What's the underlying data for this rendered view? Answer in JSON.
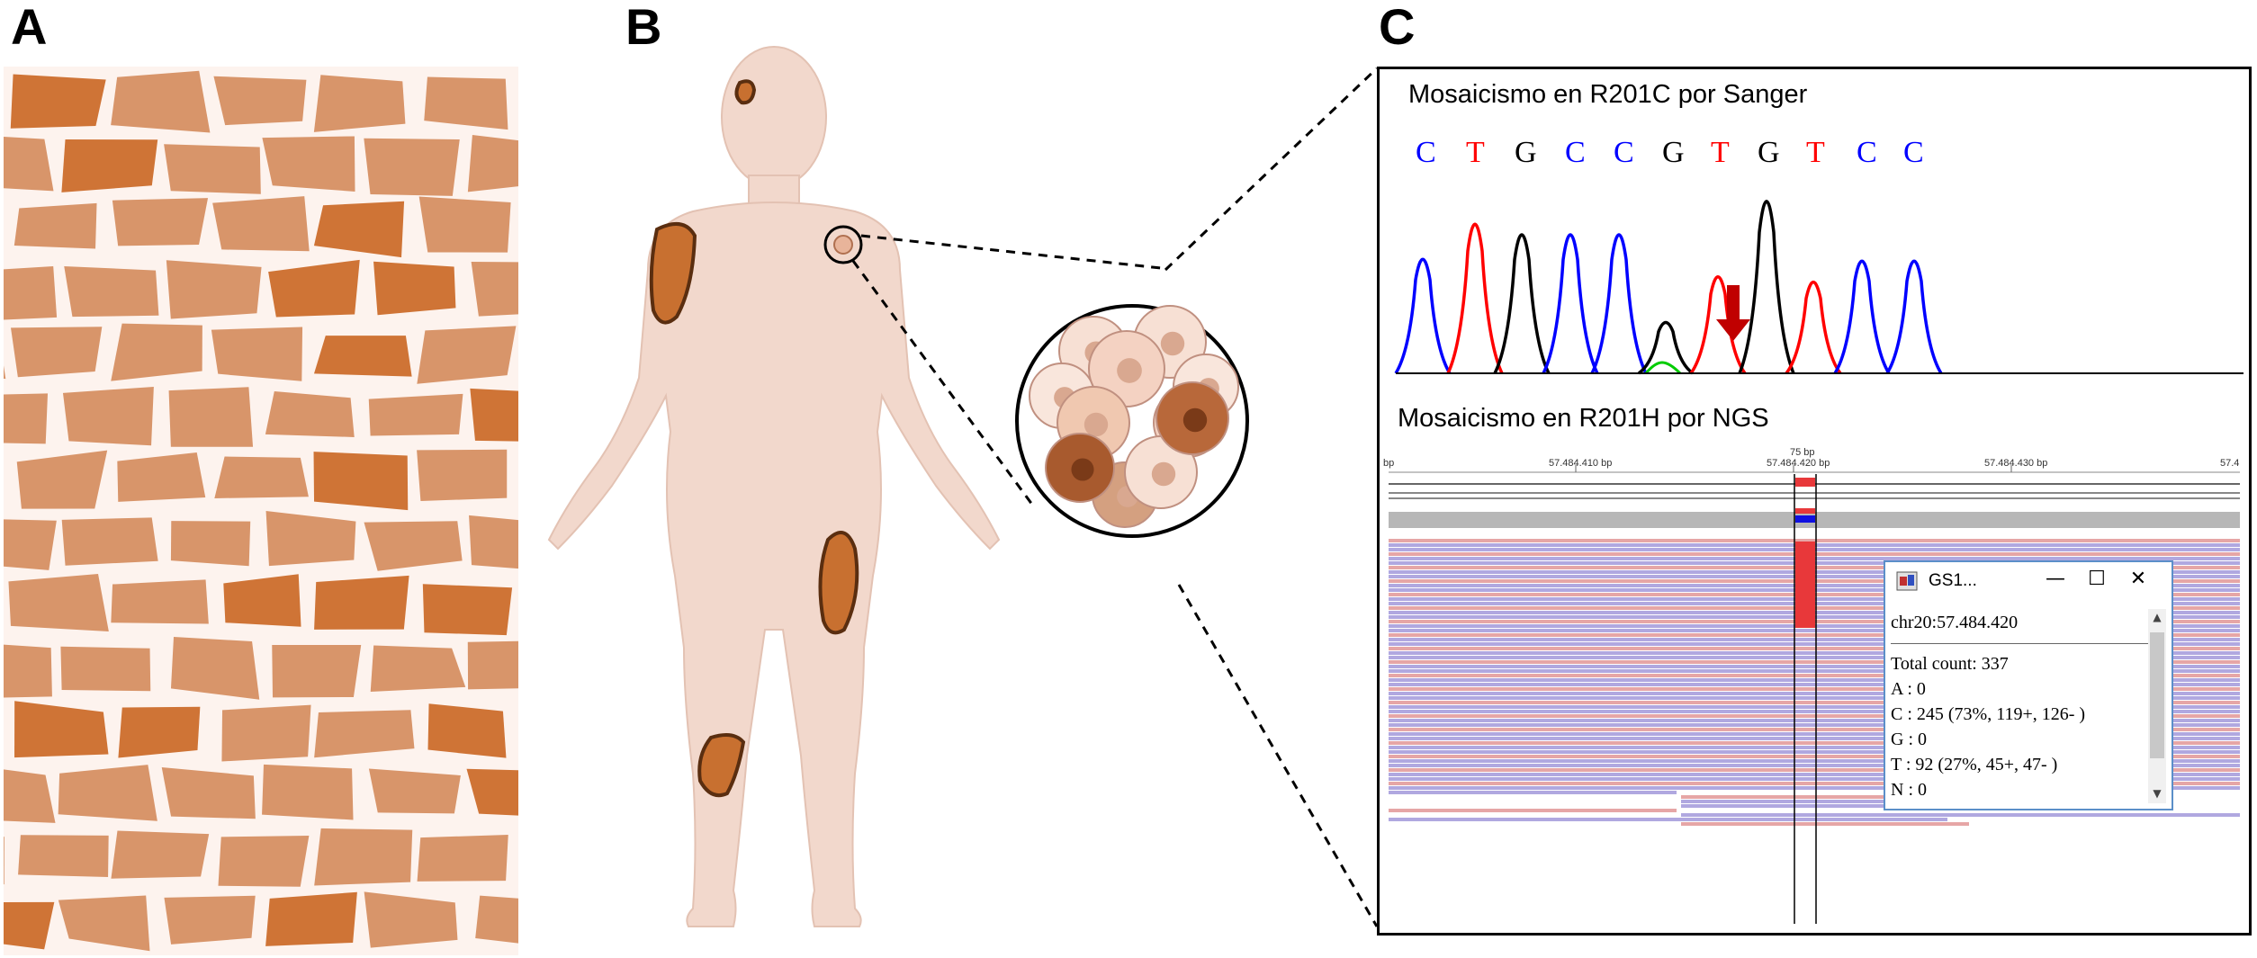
{
  "panels": {
    "a_label": "A",
    "b_label": "B",
    "c_label": "C"
  },
  "colors": {
    "tile_light": "#d8956a",
    "tile_dark": "#cf7436",
    "grout": "#fdf3ee",
    "skin": "#f2d8cc",
    "patch": "#c87030",
    "patch_outline": "#5a2e10",
    "seq_blue": "#0000ff",
    "seq_red": "#ff0000",
    "seq_black": "#000000",
    "arrow": "#c00000",
    "read_pink": "#e6a6a6",
    "read_blue": "#a6a6e6",
    "mismatch_red": "#e8383a"
  },
  "sanger": {
    "title": "Mosaicismo en R201C por Sanger",
    "bases": [
      {
        "b": "C",
        "color": "#0000ff"
      },
      {
        "b": "T",
        "color": "#ff0000"
      },
      {
        "b": "G",
        "color": "#000000"
      },
      {
        "b": "C",
        "color": "#0000ff"
      },
      {
        "b": "C",
        "color": "#0000ff"
      },
      {
        "b": "G",
        "color": "#000000"
      },
      {
        "b": "T",
        "color": "#ff0000"
      },
      {
        "b": "G",
        "color": "#000000"
      },
      {
        "b": "T",
        "color": "#ff0000"
      },
      {
        "b": "C",
        "color": "#0000ff"
      },
      {
        "b": "C",
        "color": "#0000ff"
      }
    ]
  },
  "ngs": {
    "title": "Mosaicismo en R201H por NGS",
    "ruler": {
      "left_edge": "bp",
      "labels": [
        "57.484.410 bp",
        "57.484.420 bp",
        "57.484.430 bp",
        "57.4"
      ],
      "top_partial": "75 bp"
    },
    "popup": {
      "title": "GS1...",
      "minimize": "—",
      "maximize": "☐",
      "close": "✕",
      "lines": [
        "chr20:57.484.420",
        "Total count: 337",
        "A : 0",
        "C : 245 (73%, 119+, 126- )",
        "G : 0",
        "T : 92 (27%, 45+, 47- )",
        "N : 0"
      ]
    }
  }
}
